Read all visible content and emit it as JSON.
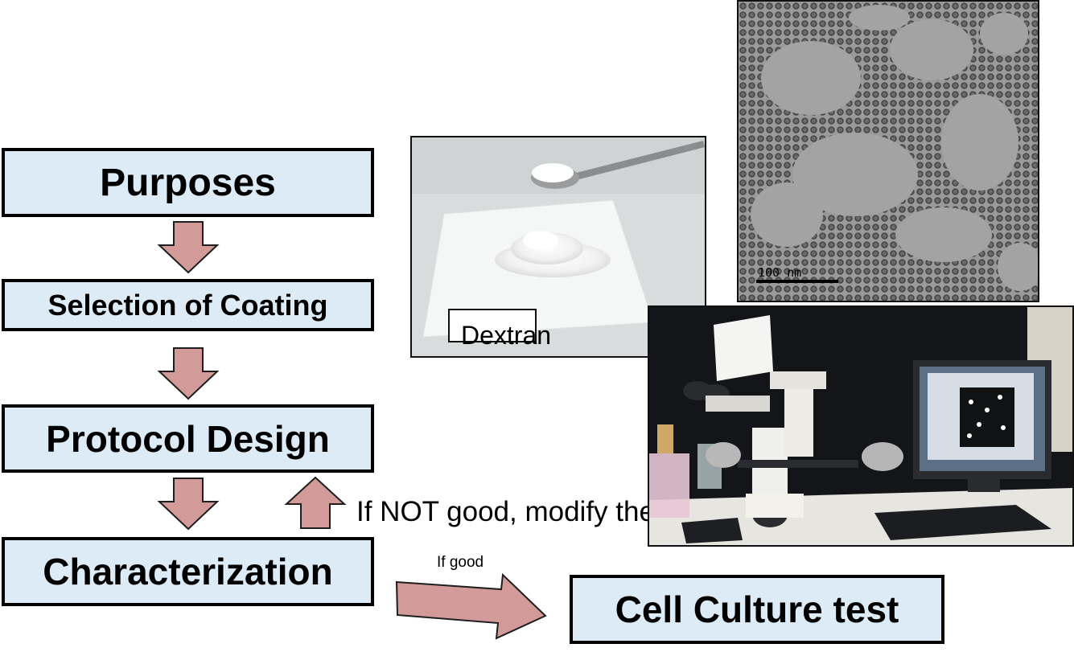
{
  "flow": {
    "steps": {
      "purposes": "Purposes",
      "selection": "Selection of Coating",
      "protocol": "Protocol Design",
      "characterization": "Characterization",
      "cell_culture": "Cell Culture test"
    },
    "notes": {
      "modify": "If NOT good, modify the protocol",
      "good": "If good"
    }
  },
  "photos": {
    "dextran_label": "Dextran",
    "tem_scale": "100 nm"
  },
  "colors": {
    "box_fill": "#dcebf6",
    "box_border": "#000000",
    "arrow_fill": "#d39a9a",
    "arrow_stroke": "#1e1e1e"
  },
  "icons": {
    "down_arrow": "down-arrow-icon",
    "up_arrow": "up-arrow-icon",
    "right_arrow": "right-arrow-icon"
  }
}
